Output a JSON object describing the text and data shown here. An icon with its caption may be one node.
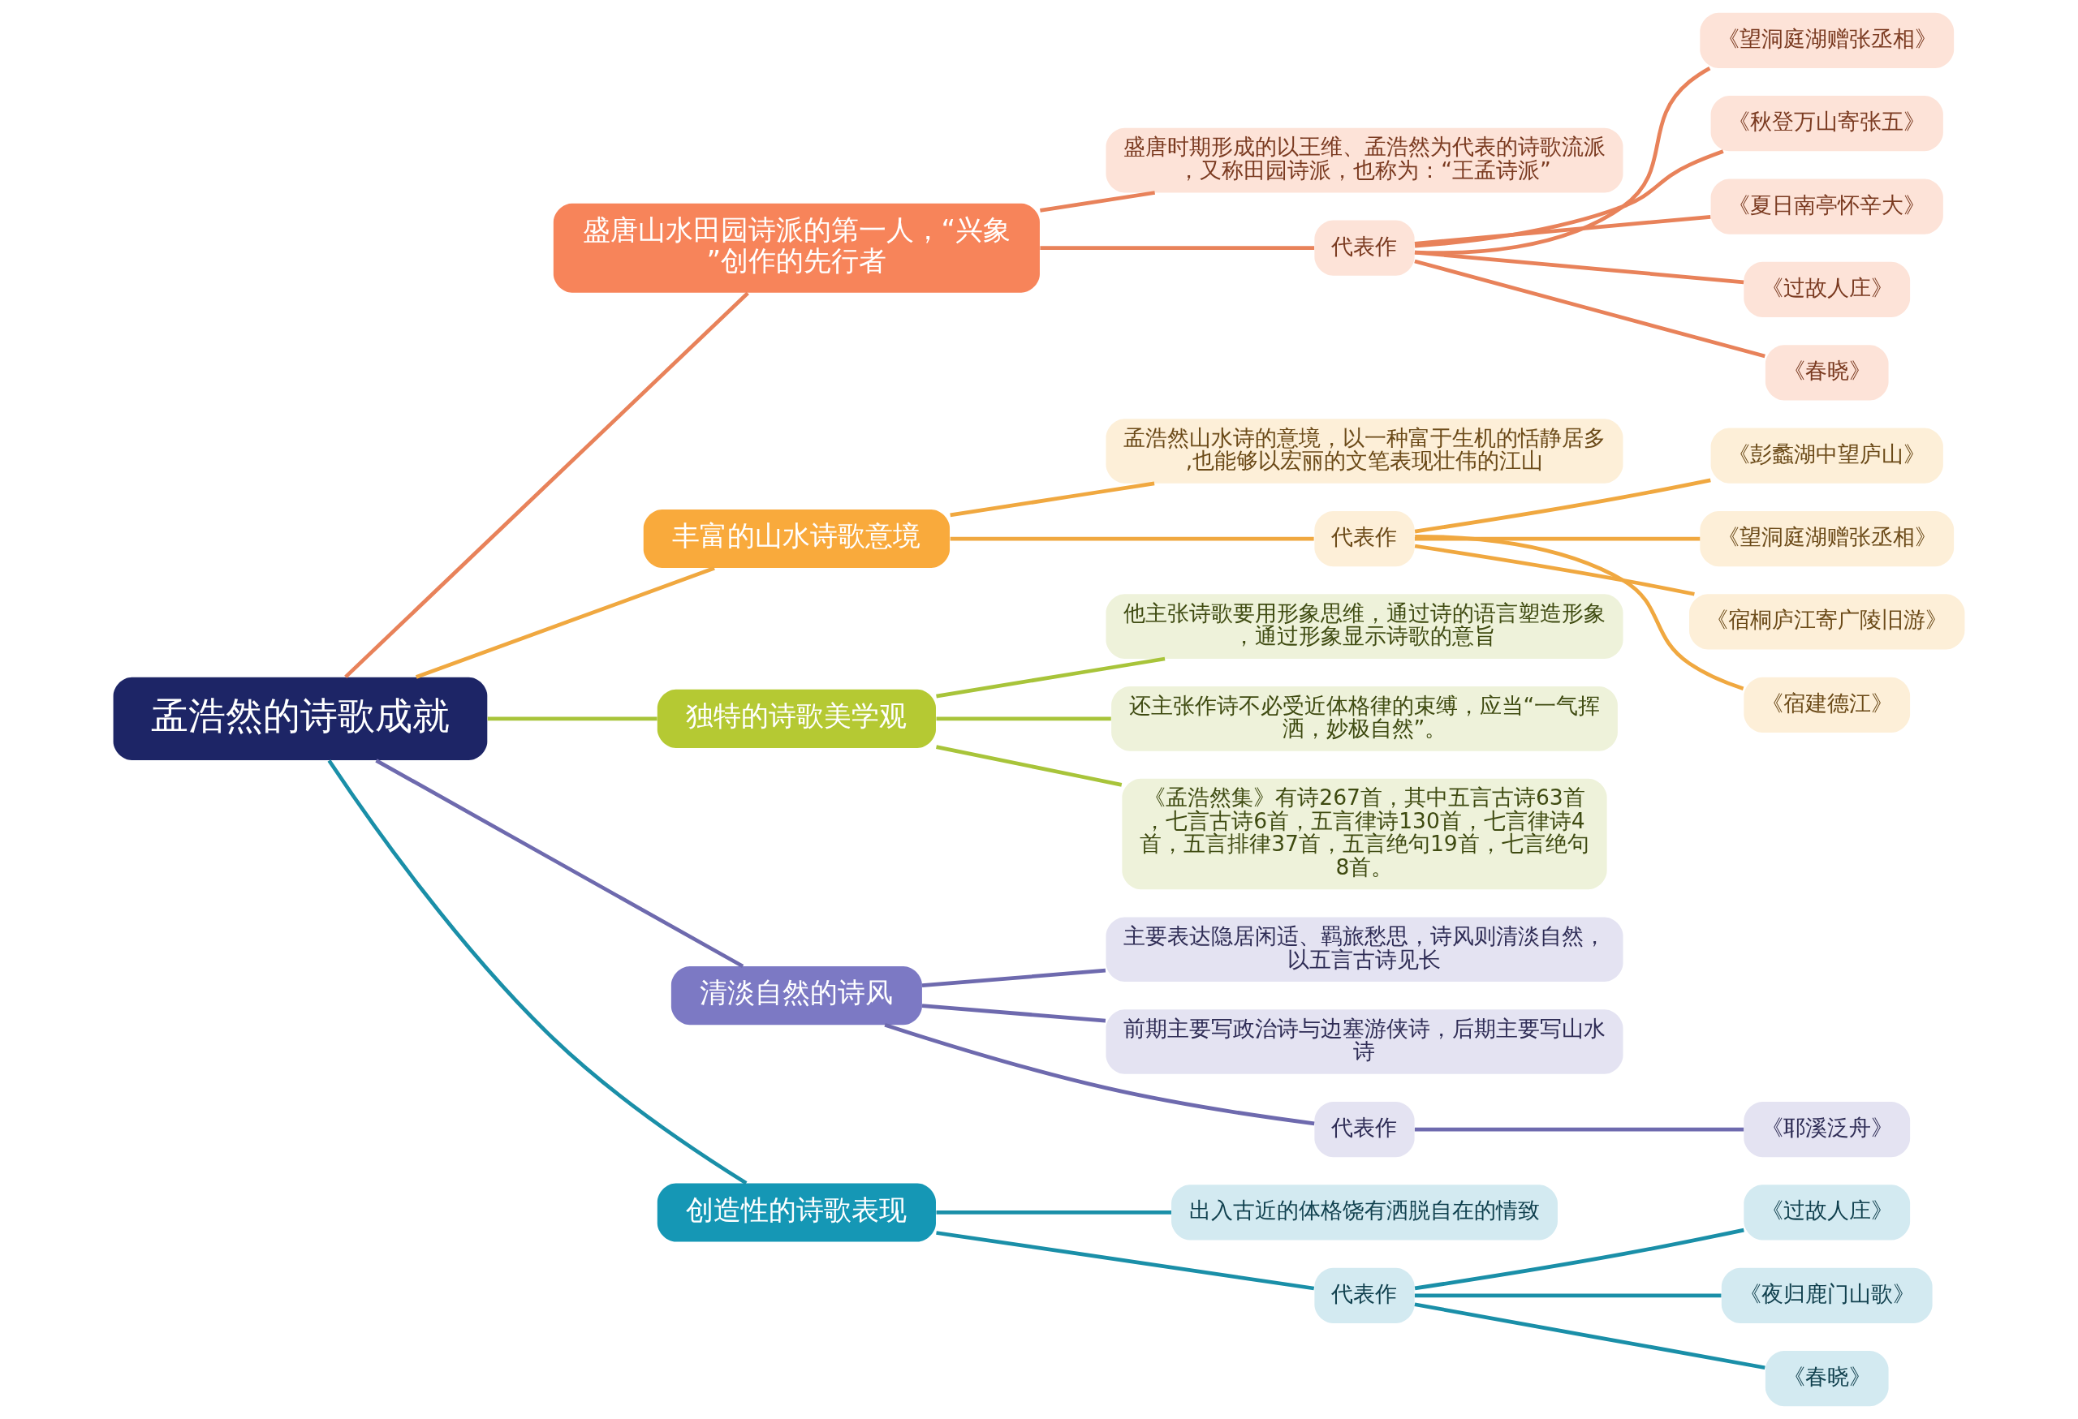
{
  "diagram": {
    "nodes": [
      {
        "text": [
          "孟浩然的诗歌成就"
        ]
      },
      {
        "text": [
          "盛唐山水田园诗派的第一人，“兴象”创作的先行者"
        ]
      },
      {
        "text": [
          "盛唐时期形成的以王维、孟浩然为代表的诗歌流派，又称田园诗派，也称为：“王孟诗派”"
        ]
      },
      {
        "text": [
          "代表作"
        ]
      },
      {
        "text": [
          "《望洞庭湖赠张丞相》"
        ]
      },
      {
        "text": [
          "《秋登万山寄张五》"
        ]
      },
      {
        "text": [
          "《夏日南亭怀辛大》"
        ]
      },
      {
        "text": [
          "《过故人庄》"
        ]
      },
      {
        "text": [
          "《春晓》"
        ]
      },
      {
        "text": [
          "丰富的山水诗歌意境"
        ]
      },
      {
        "text": [
          "孟浩然山水诗的意境，以一种富于生机的恬静居多,也能够以宏丽的文笔表现壮伟的江山"
        ]
      },
      {
        "text": [
          "代表作"
        ]
      },
      {
        "text": [
          "《彭蠡湖中望庐山》"
        ]
      },
      {
        "text": [
          "《望洞庭湖赠张丞相》"
        ]
      },
      {
        "text": [
          "《宿桐庐江寄广陵旧游》"
        ]
      },
      {
        "text": [
          "《宿建德江》"
        ]
      },
      {
        "text": [
          "独特的诗歌美学观"
        ]
      },
      {
        "text": [
          "他主张诗歌要用形象思维，通过诗的语言塑造形象，通过形象显示诗歌的意旨"
        ]
      },
      {
        "text": [
          "还主张作诗不必受近体格律的束缚，应当“一气挥洒，妙极自然”。"
        ]
      },
      {
        "text": [
          "《孟浩然集》有诗267首，其中五言古诗63首，七言古诗6首，五言律诗130首，七言律诗4首，五言排律37首，五言绝句19首，七言绝句8首。"
        ]
      },
      {
        "text": [
          "清淡自然的诗风"
        ]
      },
      {
        "text": [
          "主要表达隐居闲适、羁旅愁思，诗风则清淡自然，以五言古诗见长"
        ]
      },
      {
        "text": [
          "前期主要写政治诗与边塞游侠诗，后期主要写山水诗"
        ]
      },
      {
        "text": [
          "代表作"
        ]
      },
      {
        "text": [
          "《耶溪泛舟》"
        ]
      },
      {
        "text": [
          "创造性的诗歌表现"
        ]
      },
      {
        "text": [
          "出入古近的体格饶有洒脱自在的情致"
        ]
      },
      {
        "text": [
          "代表作"
        ]
      },
      {
        "text": [
          "《过故人庄》"
        ]
      },
      {
        "text": [
          "《夜归鹿门山歌》"
        ]
      },
      {
        "text": [
          "《春晓》"
        ]
      }
    ],
    "edges": [
      {
        "from": 0,
        "to": 1,
        "arrow": "none",
        "color": "#e8825a"
      },
      {
        "from": 1,
        "to": 2,
        "arrow": "none",
        "color": "#e8825a"
      },
      {
        "from": 1,
        "to": 3,
        "arrow": "none",
        "color": "#e8825a"
      },
      {
        "from": 3,
        "to": 4,
        "arrow": "none",
        "color": "#e8825a"
      },
      {
        "from": 3,
        "to": 5,
        "arrow": "none",
        "color": "#e8825a"
      },
      {
        "from": 3,
        "to": 6,
        "arrow": "none",
        "color": "#e8825a"
      },
      {
        "from": 3,
        "to": 7,
        "arrow": "none",
        "color": "#e8825a"
      },
      {
        "from": 3,
        "to": 8,
        "arrow": "none",
        "color": "#e8825a"
      },
      {
        "from": 0,
        "to": 9,
        "arrow": "none",
        "color": "#f0a840"
      },
      {
        "from": 9,
        "to": 10,
        "arrow": "none",
        "color": "#f0a840"
      },
      {
        "from": 9,
        "to": 11,
        "arrow": "none",
        "color": "#f0a840"
      },
      {
        "from": 11,
        "to": 12,
        "arrow": "none",
        "color": "#f0a840"
      },
      {
        "from": 11,
        "to": 13,
        "arrow": "none",
        "color": "#f0a840"
      },
      {
        "from": 11,
        "to": 14,
        "arrow": "none",
        "color": "#f0a840"
      },
      {
        "from": 11,
        "to": 15,
        "arrow": "none",
        "color": "#f0a840"
      },
      {
        "from": 0,
        "to": 16,
        "arrow": "none",
        "color": "#a8c43a"
      },
      {
        "from": 16,
        "to": 17,
        "arrow": "none",
        "color": "#a8c43a"
      },
      {
        "from": 16,
        "to": 18,
        "arrow": "none",
        "color": "#a8c43a"
      },
      {
        "from": 16,
        "to": 19,
        "arrow": "none",
        "color": "#a8c43a"
      },
      {
        "from": 0,
        "to": 20,
        "arrow": "none",
        "color": "#6e6aae"
      },
      {
        "from": 20,
        "to": 21,
        "arrow": "none",
        "color": "#6e6aae"
      },
      {
        "from": 20,
        "to": 22,
        "arrow": "none",
        "color": "#6e6aae"
      },
      {
        "from": 20,
        "to": 23,
        "arrow": "none",
        "color": "#6e6aae"
      },
      {
        "from": 23,
        "to": 24,
        "arrow": "none",
        "color": "#6e6aae"
      },
      {
        "from": 0,
        "to": 25,
        "arrow": "none",
        "color": "#1a8fa8"
      },
      {
        "from": 25,
        "to": 26,
        "arrow": "none",
        "color": "#1a8fa8"
      },
      {
        "from": 25,
        "to": 27,
        "arrow": "none",
        "color": "#1a8fa8"
      },
      {
        "from": 27,
        "to": 28,
        "arrow": "none",
        "color": "#1a8fa8"
      },
      {
        "from": 27,
        "to": 29,
        "arrow": "none",
        "color": "#1a8fa8"
      },
      {
        "from": 27,
        "to": 30,
        "arrow": "none",
        "color": "#1a8fa8"
      }
    ]
  }
}
